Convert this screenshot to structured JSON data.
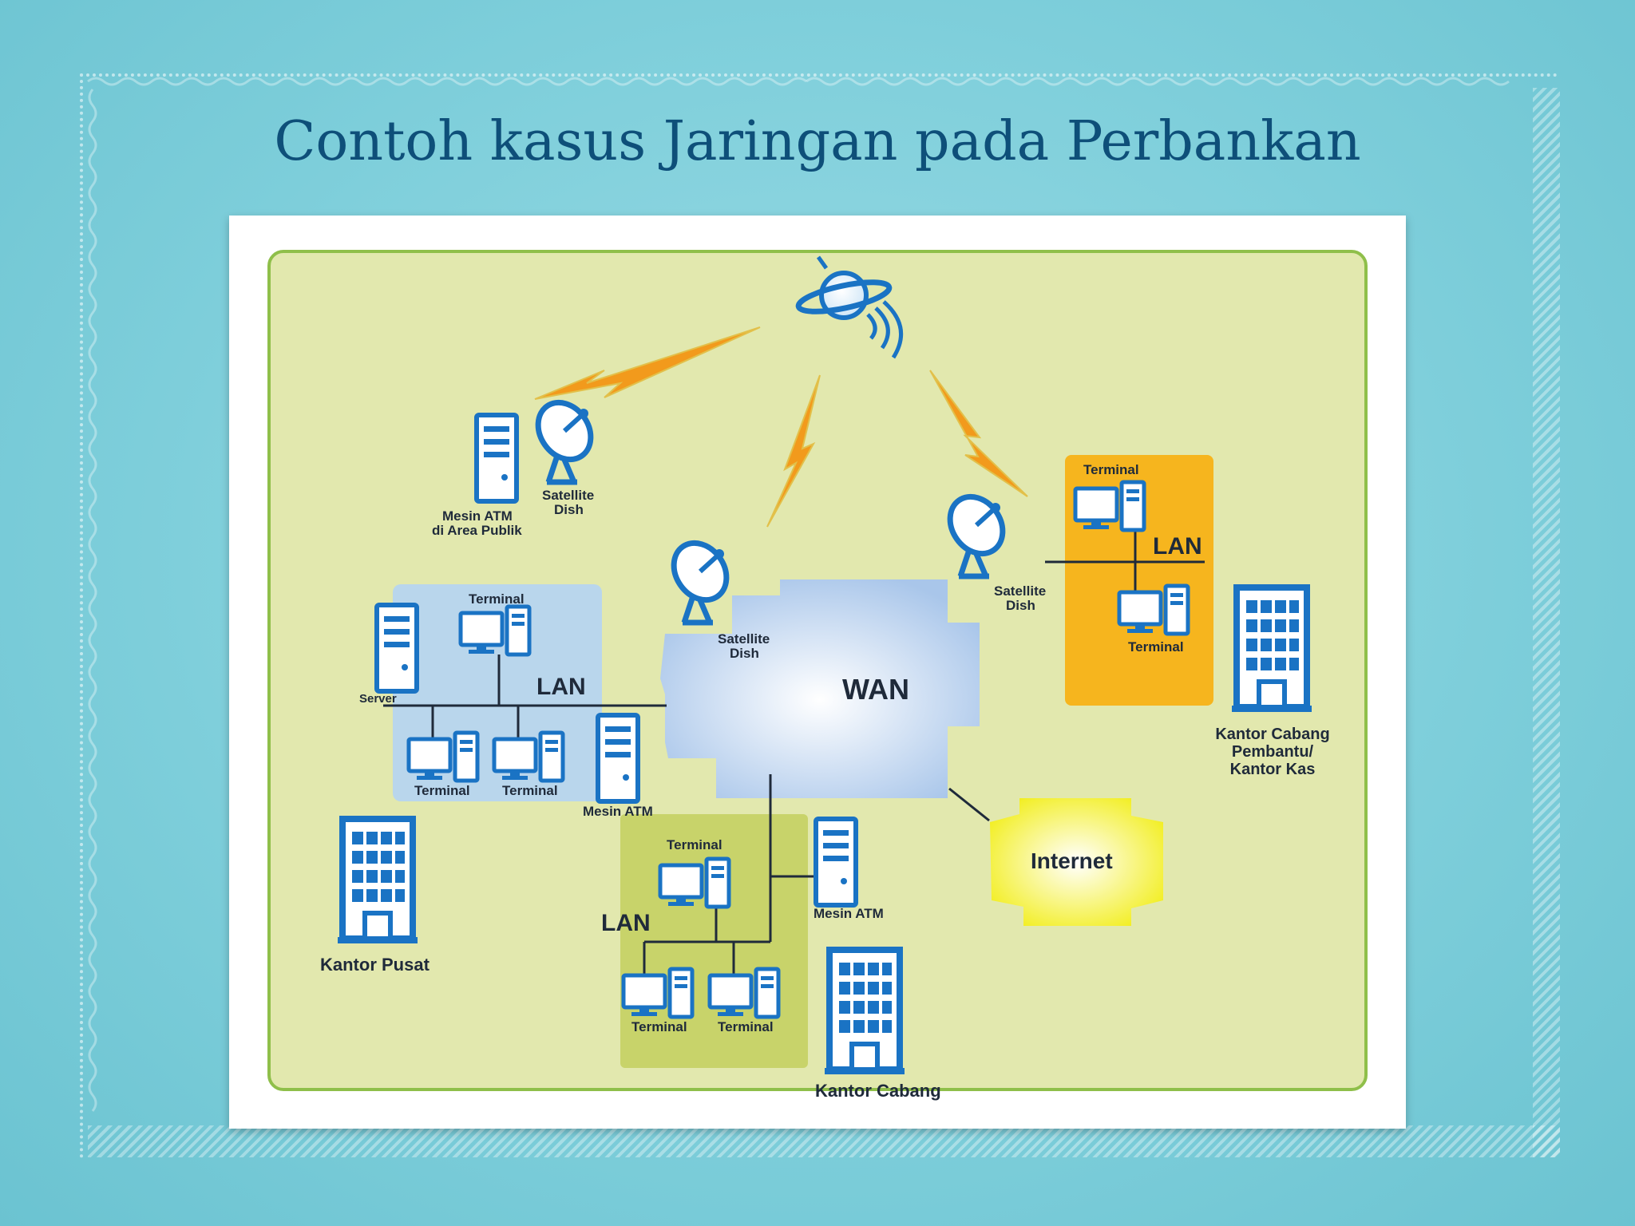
{
  "title": "Contoh kasus Jaringan pada Perbankan",
  "colors": {
    "background": "#7fcfdb",
    "title": "#0e4f79",
    "panel": "#e2e8ae",
    "panel_border": "#8fbf4a",
    "icon": "#1a73c4",
    "lan_blue": "#b9d6ec",
    "lan_green": "#c8d36a",
    "lan_orange": "#f6b51e",
    "internet": "#f5f12a",
    "lightning": "#f29a1c"
  },
  "diagram": {
    "satellite_dish": "Satellite\nDish",
    "atm_public": "Mesin ATM\ndi Area Publik",
    "wan": "WAN",
    "internet": "Internet",
    "lan": "LAN",
    "terminal": "Terminal",
    "server": "Server",
    "mesin_atm": "Mesin ATM",
    "kantor_pusat": "Kantor Pusat",
    "kantor_cabang": "Kantor Cabang",
    "kantor_cabang_pembantu": "Kantor Cabang\nPembantu/\nKantor Kas"
  }
}
